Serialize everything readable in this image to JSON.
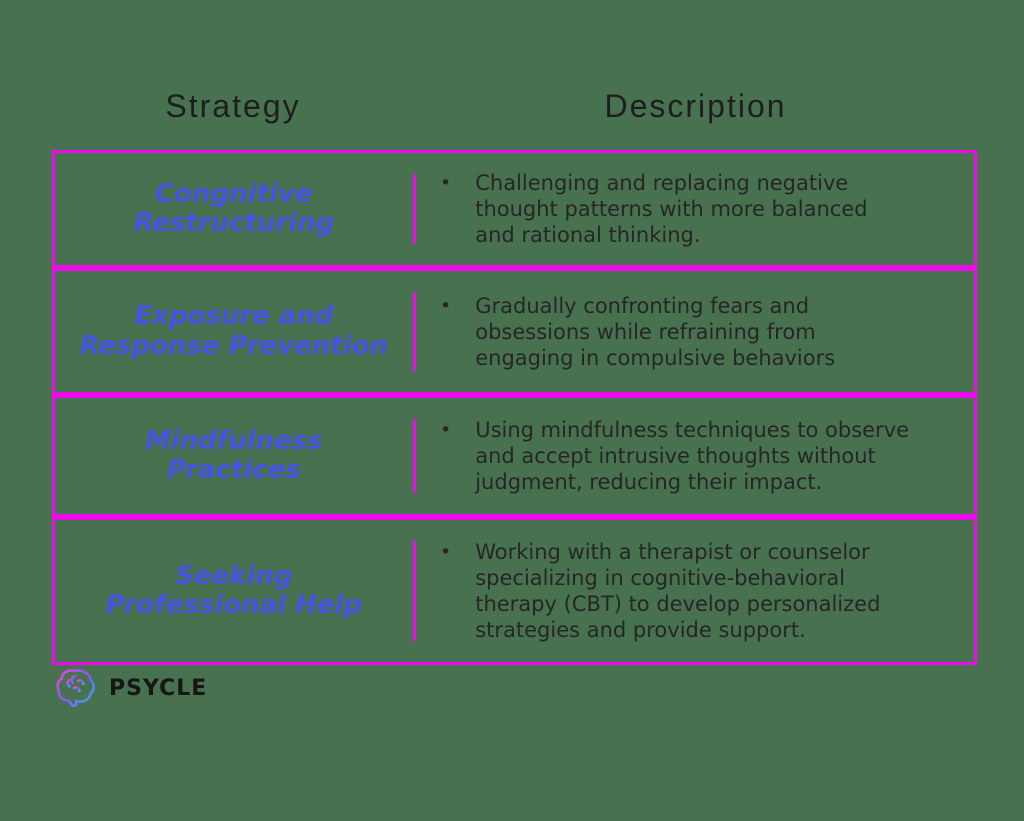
{
  "page": {
    "background_color": "#48714F"
  },
  "header": {
    "strategy_label": "Strategy",
    "description_label": "Description"
  },
  "table": {
    "border_color": "#EB0BEB",
    "bullet_glyph": "•",
    "rows": [
      {
        "strategy": "Congnitive\nRestructuring",
        "description": "Challenging and replacing negative\nthought patterns with more balanced\nand rational thinking."
      },
      {
        "strategy": "Exposure and\nResponse Prevention",
        "description": "Gradually confronting fears and\nobsessions while refraining from\nengaging in compulsive behaviors"
      },
      {
        "strategy": "Mindfulness\nPractices",
        "description": "Using mindfulness techniques to observe\nand accept intrusive thoughts without\njudgment, reducing their impact."
      },
      {
        "strategy": "Seeking\nProfessional Help",
        "description": "Working with a therapist or counselor\nspecializing in cognitive-behavioral\ntherapy (CBT) to develop personalized\nstrategies and provide support."
      }
    ]
  },
  "footer": {
    "brand": "PSYCLE",
    "brain_icon": "brain-icon",
    "logo_gradient": [
      "#E24FD2",
      "#8158F0",
      "#2EB1EA"
    ]
  },
  "colors": {
    "strategy_text": "#4355E0",
    "description_text": "#262626",
    "header_text": "#1E1E21",
    "accent_magenta": "#EB0BEB"
  }
}
